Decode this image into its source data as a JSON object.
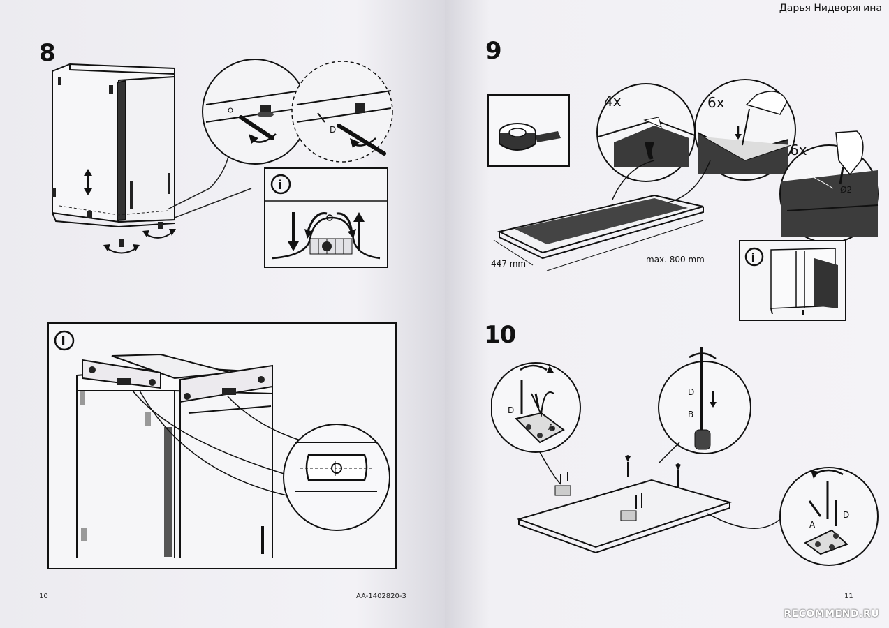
{
  "header": {
    "author_watermark": "Дарья Нидворягина"
  },
  "left_page": {
    "step": "8",
    "info_symbol": "i",
    "screw_label": "D",
    "page_number": "10",
    "doc_code": "AA-1402820-3"
  },
  "right_page": {
    "step_top": "9",
    "step_bottom": "10",
    "qty_tape": "4x",
    "qty_drill": "6x",
    "qty_drill2": "6x",
    "drill_diameter": "Ø2",
    "dim_width": "447 mm",
    "dim_length": "max. 800 mm",
    "info_symbol": "i",
    "label_a": "A",
    "label_b": "B",
    "label_d": "D",
    "page_number": "11"
  },
  "footer": {
    "site_watermark": "RECOMMEND.RU"
  }
}
